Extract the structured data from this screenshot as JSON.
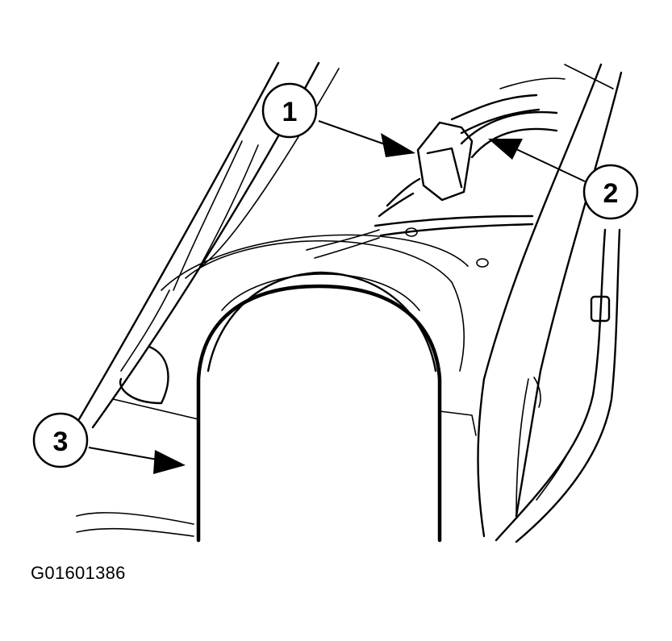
{
  "callouts": [
    {
      "id": "1",
      "label": "1"
    },
    {
      "id": "2",
      "label": "2"
    },
    {
      "id": "3",
      "label": "3"
    }
  ],
  "figure_id": "G01601386"
}
